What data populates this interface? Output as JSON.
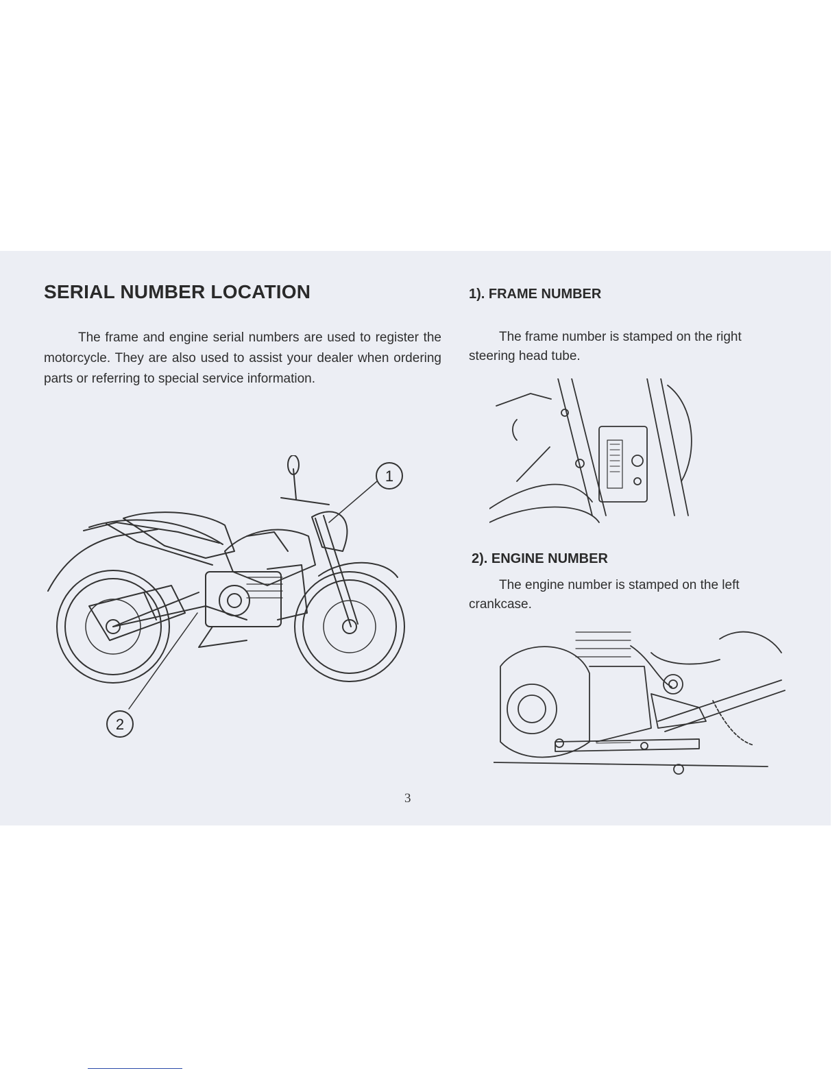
{
  "page": {
    "background": "#eceef4",
    "title": "SERIAL NUMBER LOCATION",
    "intro": "The frame and engine serial numbers are used to register the motorcycle. They are also used to assist your dealer when ordering parts or referring to special service information.",
    "page_number": "3"
  },
  "sections": {
    "frame": {
      "heading": "1). FRAME NUMBER",
      "text": "The frame number is stamped on the right steering head tube."
    },
    "engine": {
      "heading": "2). ENGINE NUMBER",
      "text": "The engine number is stamped on the left crankcase."
    }
  },
  "callouts": {
    "frame": "1",
    "engine": "2"
  },
  "icons": {
    "motorcycle": "motorcycle-line-drawing",
    "frame_detail": "steering-head-line-drawing",
    "engine_detail": "crankcase-line-drawing"
  }
}
